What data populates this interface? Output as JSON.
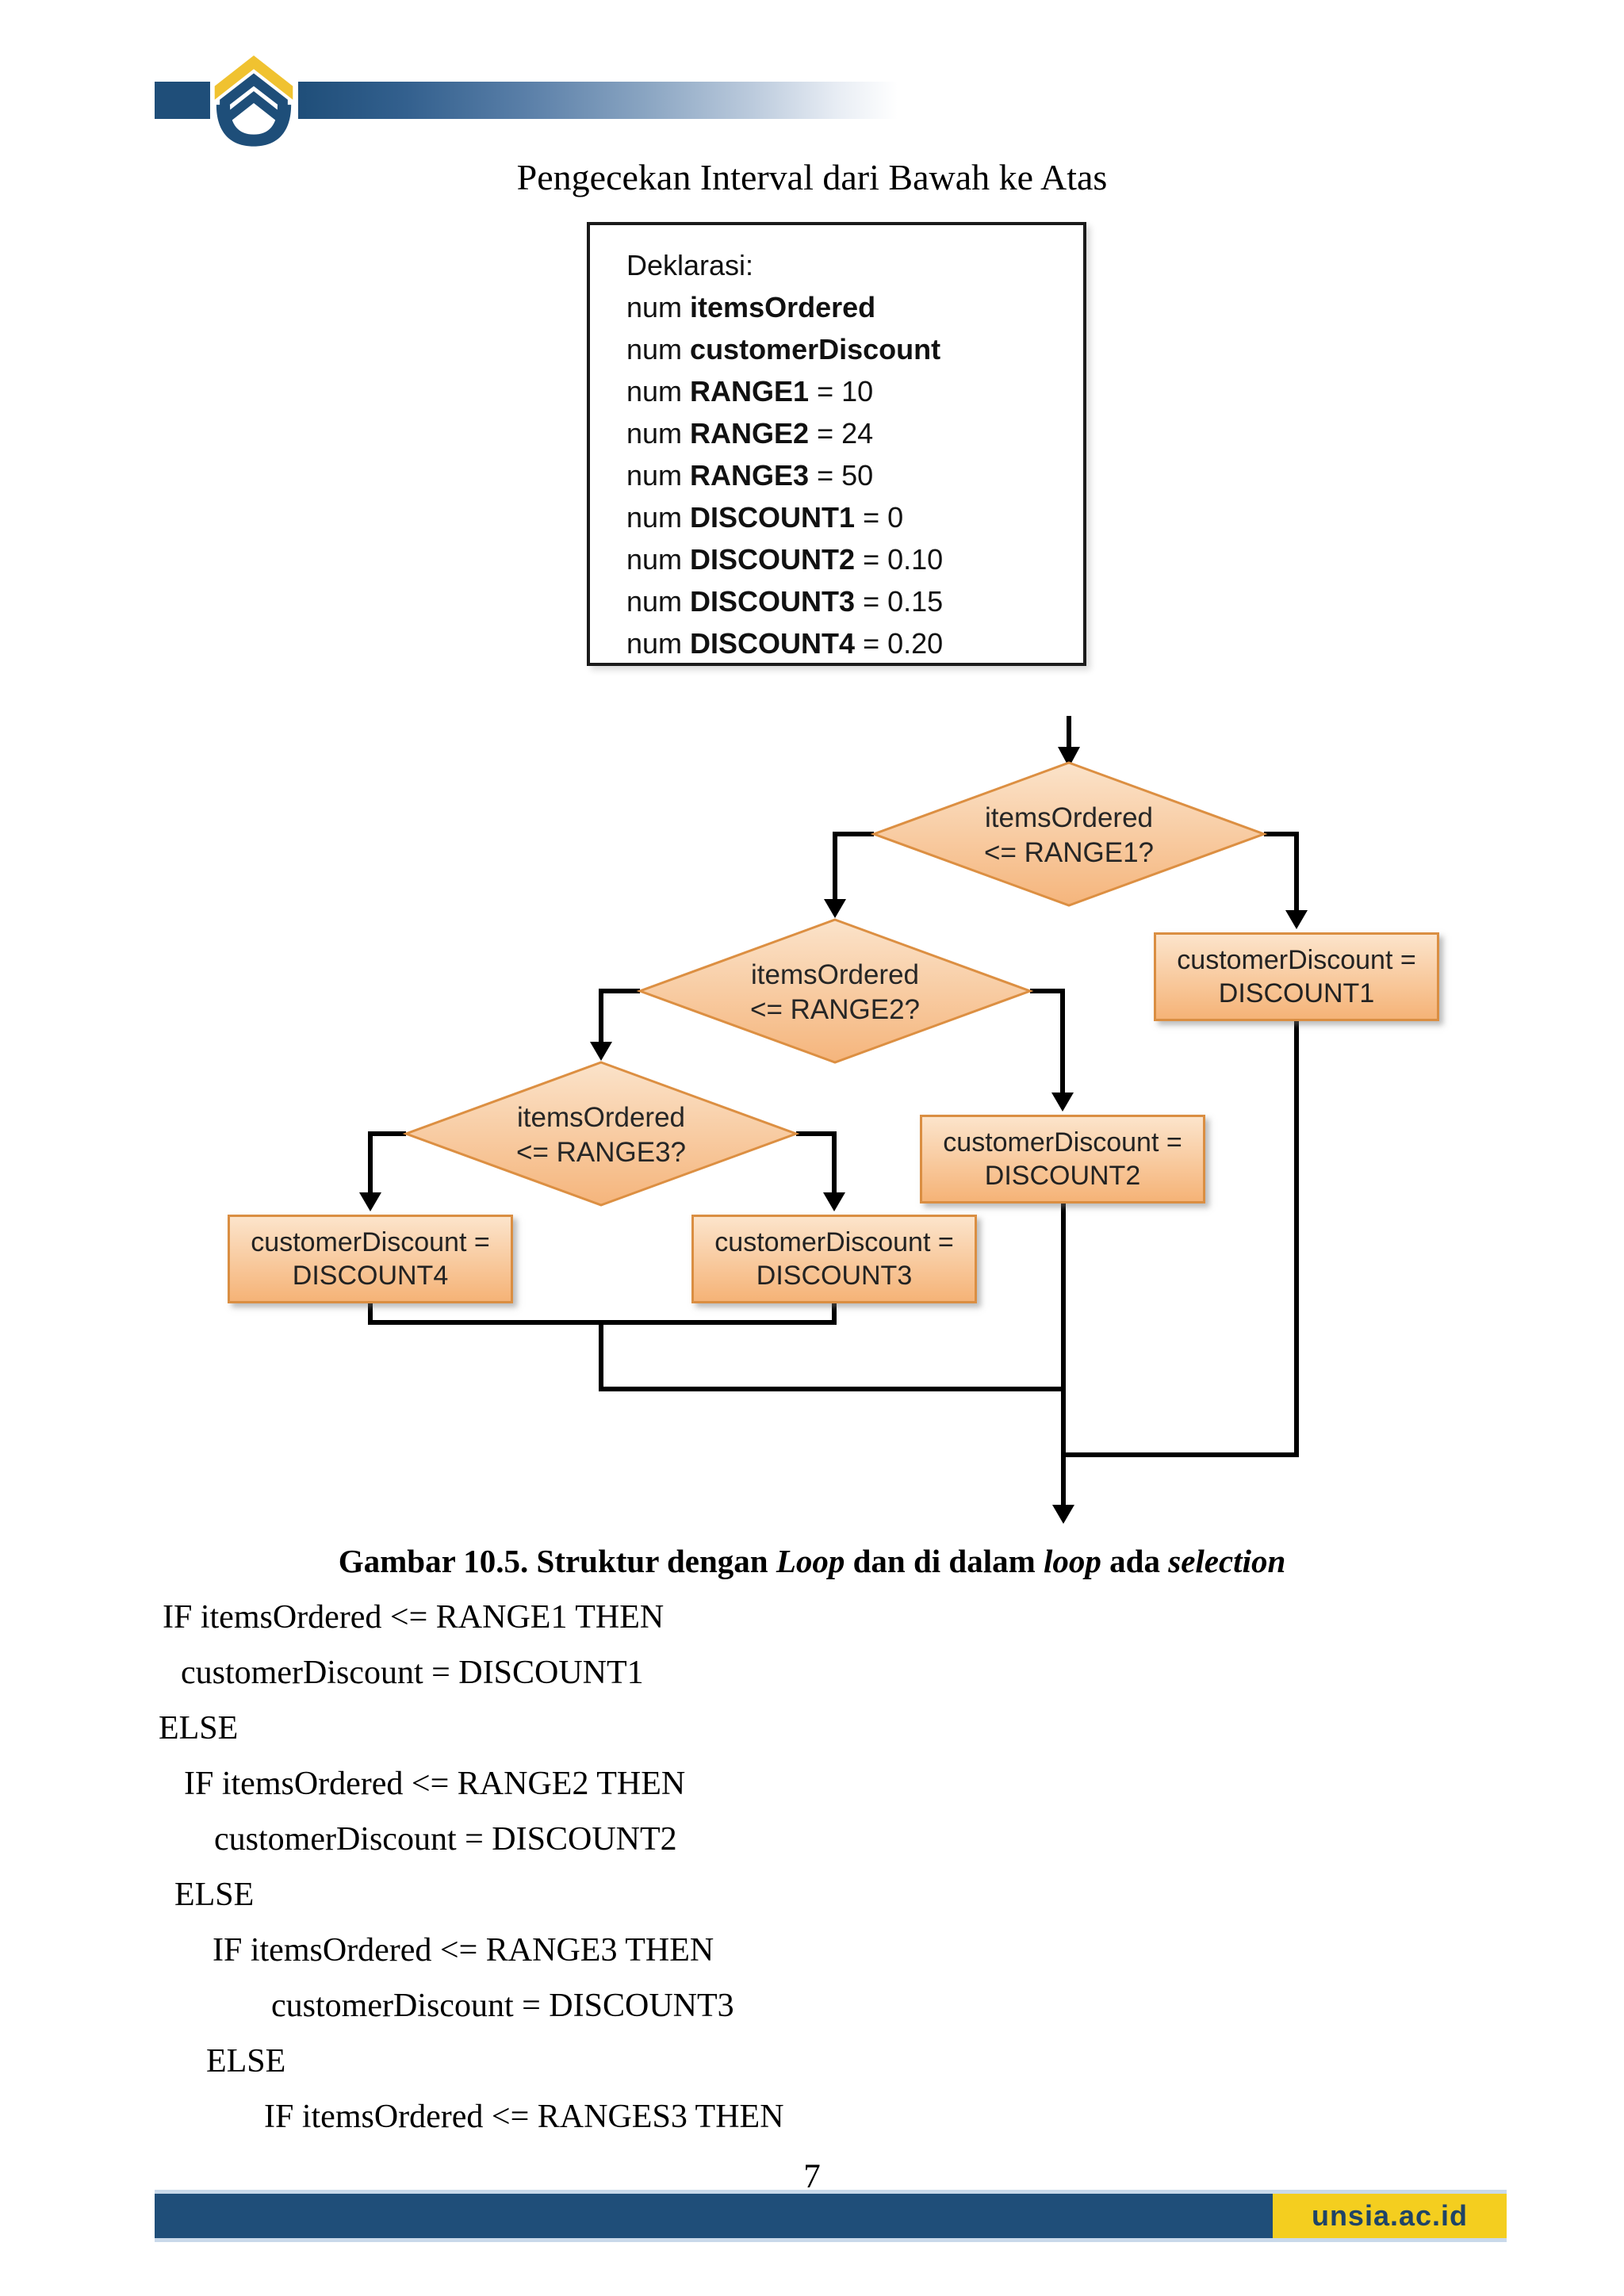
{
  "page": {
    "title": "Pengecekan Interval dari Bawah ke Atas",
    "page_number": "7"
  },
  "colors": {
    "brand_blue": "#1F4E79",
    "brand_yellow": "#F4CE1F",
    "logo_yellow": "#F0C230",
    "shape_fill_top": "#FBE3CA",
    "shape_fill_bottom": "#F5B57C",
    "shape_border": "#DC8F42",
    "line_black": "#000000"
  },
  "declaration": {
    "lines": [
      {
        "pre": "Deklarasi:",
        "bold": "",
        "post": ""
      },
      {
        "pre": "num ",
        "bold": "itemsOrdered",
        "post": ""
      },
      {
        "pre": "num ",
        "bold": "customerDiscount",
        "post": ""
      },
      {
        "pre": "num ",
        "bold": "RANGE1",
        "post": " = 10"
      },
      {
        "pre": "num ",
        "bold": "RANGE2",
        "post": " = 24"
      },
      {
        "pre": "num ",
        "bold": "RANGE3",
        "post": " = 50"
      },
      {
        "pre": "num ",
        "bold": "DISCOUNT1",
        "post": " = 0"
      },
      {
        "pre": "num ",
        "bold": "DISCOUNT2",
        "post": " = 0.10"
      },
      {
        "pre": "num ",
        "bold": "DISCOUNT3",
        "post": " = 0.15"
      },
      {
        "pre": "num ",
        "bold": "DISCOUNT4",
        "post": " = 0.20"
      }
    ]
  },
  "flowchart": {
    "decisions": [
      {
        "line1": "itemsOrdered",
        "line2": "<= RANGE1?"
      },
      {
        "line1": "itemsOrdered",
        "line2": "<= RANGE2?"
      },
      {
        "line1": "itemsOrdered",
        "line2": "<= RANGE3?"
      }
    ],
    "processes": [
      {
        "line1": "customerDiscount =",
        "line2": "DISCOUNT1"
      },
      {
        "line1": "customerDiscount =",
        "line2": "DISCOUNT2"
      },
      {
        "line1": "customerDiscount =",
        "line2": "DISCOUNT3"
      },
      {
        "line1": "customerDiscount =",
        "line2": "DISCOUNT4"
      }
    ]
  },
  "caption": {
    "seg1": "Gambar 10.5. Struktur dengan ",
    "seg2": "Loop",
    "seg3": " dan di dalam ",
    "seg4": "loop",
    "seg5": " ada ",
    "seg6": "selection"
  },
  "pseudocode": {
    "lines": [
      "IF itemsOrdered <= RANGE1 THEN",
      "customerDiscount = DISCOUNT1",
      "ELSE",
      "IF itemsOrdered <= RANGE2 THEN",
      "customerDiscount = DISCOUNT2",
      "ELSE",
      "IF itemsOrdered <= RANGE3 THEN",
      "customerDiscount = DISCOUNT3",
      "ELSE",
      "IF itemsOrdered <= RANGES3 THEN"
    ]
  },
  "footer": {
    "site": "unsia.ac.id"
  }
}
